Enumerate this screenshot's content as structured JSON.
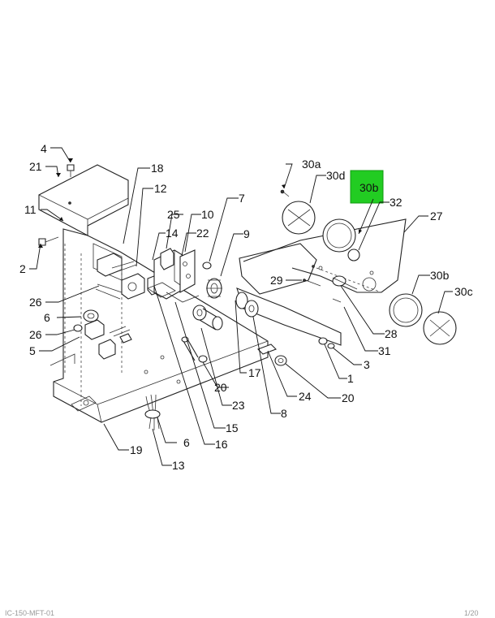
{
  "diagram": {
    "highlight_color": "#22cc22",
    "highlighted_label": "30b",
    "callouts": [
      {
        "id": "c4",
        "text": "4"
      },
      {
        "id": "c21",
        "text": "21"
      },
      {
        "id": "c11",
        "text": "11"
      },
      {
        "id": "c2",
        "text": "2"
      },
      {
        "id": "c26a",
        "text": "26"
      },
      {
        "id": "c6a",
        "text": "6"
      },
      {
        "id": "c26b",
        "text": "26"
      },
      {
        "id": "c5",
        "text": "5"
      },
      {
        "id": "c18",
        "text": "18"
      },
      {
        "id": "c12",
        "text": "12"
      },
      {
        "id": "c25",
        "text": "25"
      },
      {
        "id": "c10",
        "text": "10"
      },
      {
        "id": "c14",
        "text": "14"
      },
      {
        "id": "c22",
        "text": "22"
      },
      {
        "id": "c7",
        "text": "7"
      },
      {
        "id": "c9",
        "text": "9"
      },
      {
        "id": "c30a",
        "text": "30a"
      },
      {
        "id": "c30d",
        "text": "30d"
      },
      {
        "id": "c30b_hl",
        "text": "30b"
      },
      {
        "id": "c32",
        "text": "32"
      },
      {
        "id": "c27",
        "text": "27"
      },
      {
        "id": "c29",
        "text": "29"
      },
      {
        "id": "c30b",
        "text": "30b"
      },
      {
        "id": "c30c",
        "text": "30c"
      },
      {
        "id": "c28",
        "text": "28"
      },
      {
        "id": "c31",
        "text": "31"
      },
      {
        "id": "c3",
        "text": "3"
      },
      {
        "id": "c1",
        "text": "1"
      },
      {
        "id": "c20a",
        "text": "20"
      },
      {
        "id": "c20b",
        "text": "20"
      },
      {
        "id": "c24",
        "text": "24"
      },
      {
        "id": "c17",
        "text": "17"
      },
      {
        "id": "c8",
        "text": "8"
      },
      {
        "id": "c23",
        "text": "23"
      },
      {
        "id": "c15",
        "text": "15"
      },
      {
        "id": "c16",
        "text": "16"
      },
      {
        "id": "c19",
        "text": "19"
      },
      {
        "id": "c6b",
        "text": "6"
      },
      {
        "id": "c13",
        "text": "13"
      }
    ],
    "footer_left": "IC-150-MFT-01",
    "footer_right": "1/20"
  }
}
